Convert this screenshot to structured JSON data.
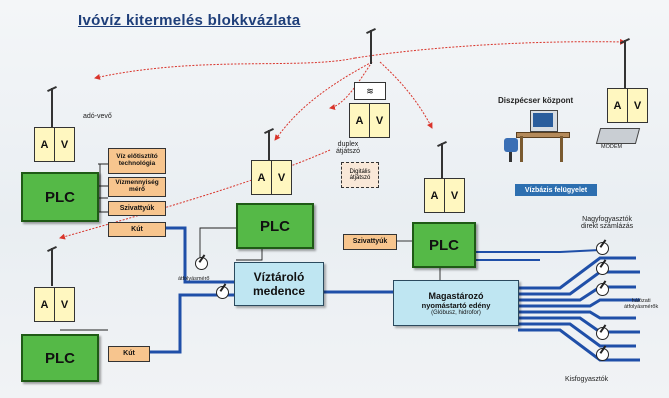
{
  "title": "Ivóvíz kitermelés blokkvázlata",
  "labels": {
    "av_a": "A",
    "av_v": "V",
    "plc": "PLC",
    "adoveo": "adó-vevő",
    "duplex_line1": "duplex",
    "duplex_line2": "átjátszó",
    "digital_line1": "Digitális",
    "digital_line2": "átjátszó",
    "dispatcher": "Diszpécser központ",
    "base_monitor": "Vízbázis felügyelet",
    "filter_symbol": "≋",
    "big_consumers_line1": "Nagyfogyasztók",
    "big_consumers_line2": "direkt számlázás",
    "small_consumers": "Kisfogyasztók",
    "flowmeter_left": "átfolyásmérő",
    "network_meters_line1": "hálózati",
    "network_meters_line2": "átfolyásmérők",
    "modem": "MODEM"
  },
  "left_plc_inputs": {
    "water_treatment": "Víz előtisztító technológia",
    "water_meter": "Vízmennyiség mérő",
    "pump": "Szivattyúk",
    "well": "Kút"
  },
  "bottom_left": {
    "well": "Kút"
  },
  "reservoir": {
    "line1": "Víztároló",
    "line2": "medence"
  },
  "right_plc": {
    "pump": "Szivattyúk"
  },
  "tank": {
    "line1": "Magastározó",
    "line2": "nyomástartó edény",
    "line3": "(Glóbusz, hidrofor)"
  },
  "colors": {
    "plc_green": "#55b947",
    "radio_red": "#d9342b",
    "pipe_blue": "#1f4fa8",
    "input_orange": "#f7c58e",
    "tank_cyan": "#bfe6f2"
  }
}
